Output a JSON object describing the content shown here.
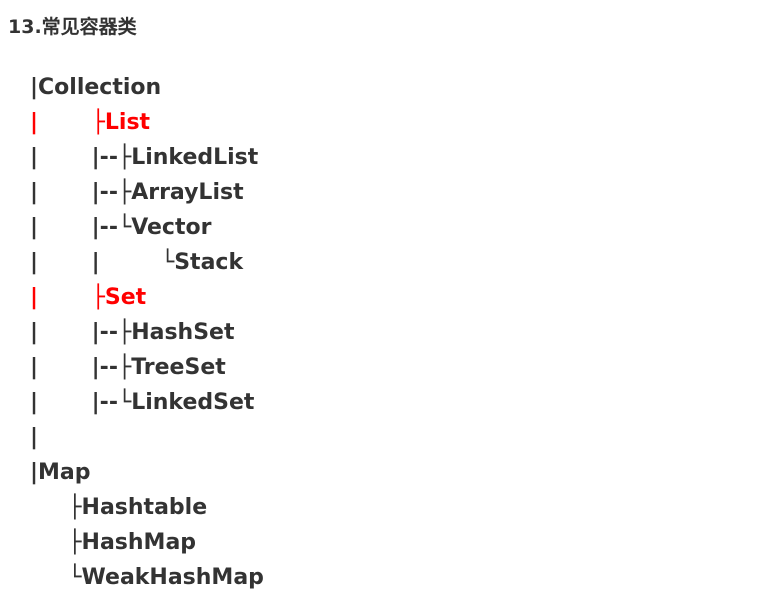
{
  "heading": "13.常见容器类",
  "accent_color": "#ff0000",
  "text_color": "#333333",
  "tree": [
    {
      "text": "|Collection",
      "accent": false
    },
    {
      "text": "|       ├List",
      "accent": true
    },
    {
      "text": "|       |--├LinkedList",
      "accent": false
    },
    {
      "text": "|       |--├ArrayList",
      "accent": false
    },
    {
      "text": "|       |--└Vector",
      "accent": false
    },
    {
      "text": "|       |        └Stack",
      "accent": false
    },
    {
      "text": "|       ├Set",
      "accent": true
    },
    {
      "text": "|       |--├HashSet",
      "accent": false
    },
    {
      "text": "|       |--├TreeSet",
      "accent": false
    },
    {
      "text": "|       |--└LinkedSet",
      "accent": false
    },
    {
      "text": "|",
      "accent": false
    },
    {
      "text": "|Map",
      "accent": false
    },
    {
      "text": "     ├Hashtable",
      "accent": false
    },
    {
      "text": "     ├HashMap",
      "accent": false
    },
    {
      "text": "     └WeakHashMap",
      "accent": false
    }
  ]
}
